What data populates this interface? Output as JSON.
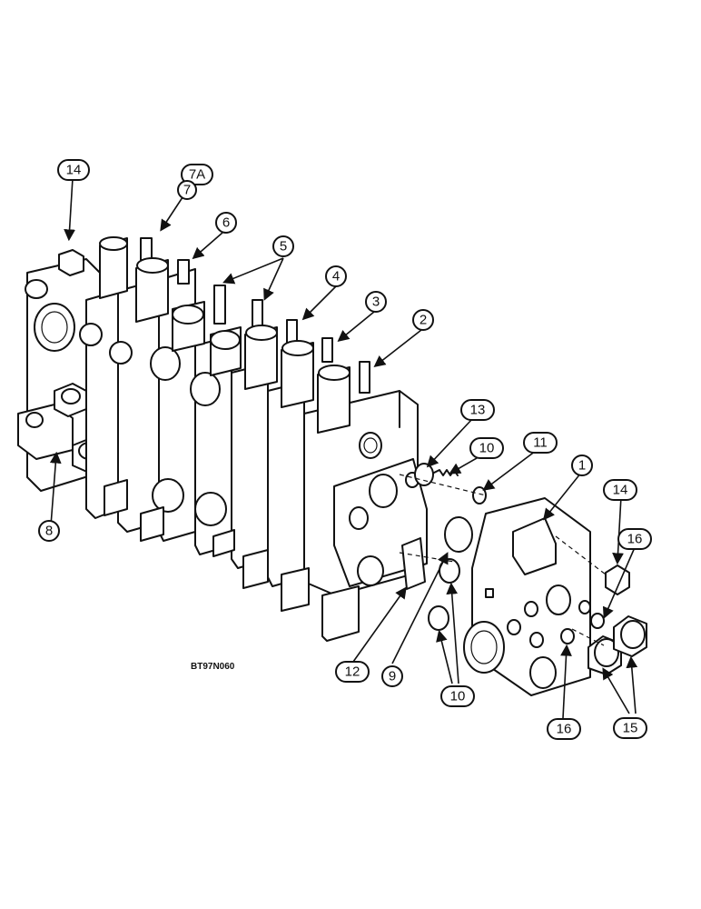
{
  "figure_code": "BT97N060",
  "callouts": [
    {
      "id": "c14a",
      "label": "14"
    },
    {
      "id": "c7a",
      "label": "7A"
    },
    {
      "id": "c7",
      "label": "7"
    },
    {
      "id": "c6",
      "label": "6"
    },
    {
      "id": "c5",
      "label": "5"
    },
    {
      "id": "c4",
      "label": "4"
    },
    {
      "id": "c3",
      "label": "3"
    },
    {
      "id": "c2",
      "label": "2"
    },
    {
      "id": "c13",
      "label": "13"
    },
    {
      "id": "c10a",
      "label": "10"
    },
    {
      "id": "c11",
      "label": "11"
    },
    {
      "id": "c1",
      "label": "1"
    },
    {
      "id": "c14b",
      "label": "14"
    },
    {
      "id": "c16a",
      "label": "16"
    },
    {
      "id": "c8",
      "label": "8"
    },
    {
      "id": "c12",
      "label": "12"
    },
    {
      "id": "c9",
      "label": "9"
    },
    {
      "id": "c10b",
      "label": "10"
    },
    {
      "id": "c16b",
      "label": "16"
    },
    {
      "id": "c15",
      "label": "15"
    }
  ]
}
